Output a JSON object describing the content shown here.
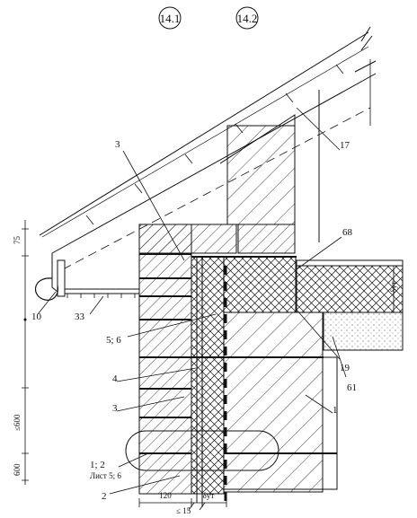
{
  "section_marks": [
    "14.1",
    "14.2"
  ],
  "callouts": {
    "c3_top": "3",
    "c17": "17",
    "c68": "68",
    "c10": "10",
    "c33": "33",
    "c56": "5; 6",
    "c19": "19",
    "c61": "61",
    "c4": "4",
    "c3_low": "3",
    "c1": "1",
    "c12": "1; 2",
    "sheet": "Лист 5; 6",
    "c2": "2"
  },
  "dimensions": {
    "d75": "75",
    "d600a": "≤600",
    "d600b": "600",
    "d120": "120",
    "d15": "≤ 15",
    "dut": "δут",
    "dut2": "δут"
  },
  "colors": {
    "ink": "#111111",
    "paper": "#ffffff"
  }
}
